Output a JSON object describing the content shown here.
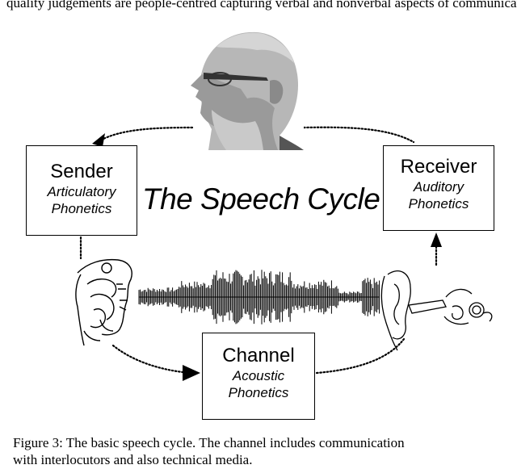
{
  "top_text": "quality judgements are people-centred capturing verbal and nonverbal aspects of communication",
  "center_title": "The Speech Cycle",
  "sender": {
    "title": "Sender",
    "line1": "Articulatory",
    "line2": "Phonetics"
  },
  "receiver": {
    "title": "Receiver",
    "line1": "Auditory",
    "line2": "Phonetics"
  },
  "channel": {
    "title": "Channel",
    "line1": "Acoustic",
    "line2": "Phonetics"
  },
  "caption": {
    "line1": "Figure 3: The basic speech cycle. The channel includes communication",
    "line2": "with interlocutors and also technical media."
  }
}
